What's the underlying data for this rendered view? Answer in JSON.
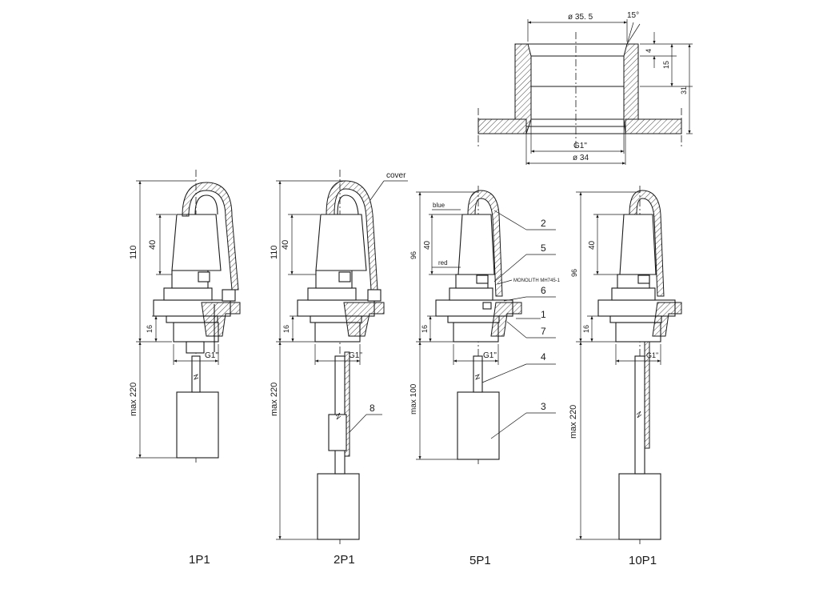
{
  "top_detail": {
    "dim_top_dia": "ø 35. 5",
    "dim_angle": "15°",
    "dim_4": "4",
    "dim_15": "15",
    "dim_31": "31",
    "dim_thread": "G1\"",
    "dim_bottom_dia": "ø 34"
  },
  "variants": [
    {
      "name": "1P1",
      "dim_110": "110",
      "dim_40": "40",
      "dim_16": "16",
      "dim_thread": "G1\"",
      "dim_max": "max 220"
    },
    {
      "name": "2P1",
      "dim_110": "110",
      "dim_40": "40",
      "dim_16": "16",
      "dim_thread": "G1\"",
      "dim_max": "max 220",
      "label_cover": "cover",
      "callout_8": "8"
    },
    {
      "name": "5P1",
      "dim_96": "96",
      "dim_40": "40",
      "dim_16": "16",
      "dim_thread": "G1\"",
      "dim_max": "max 100",
      "label_blue": "blue",
      "label_red": "red",
      "label_monolith": "MONOLITH MH745-1",
      "callouts": [
        "2",
        "5",
        "6",
        "1",
        "7",
        "4",
        "3"
      ]
    },
    {
      "name": "10P1",
      "dim_96": "96",
      "dim_40": "40",
      "dim_16": "16",
      "dim_thread": "G1\"",
      "dim_max": "max 220"
    }
  ]
}
